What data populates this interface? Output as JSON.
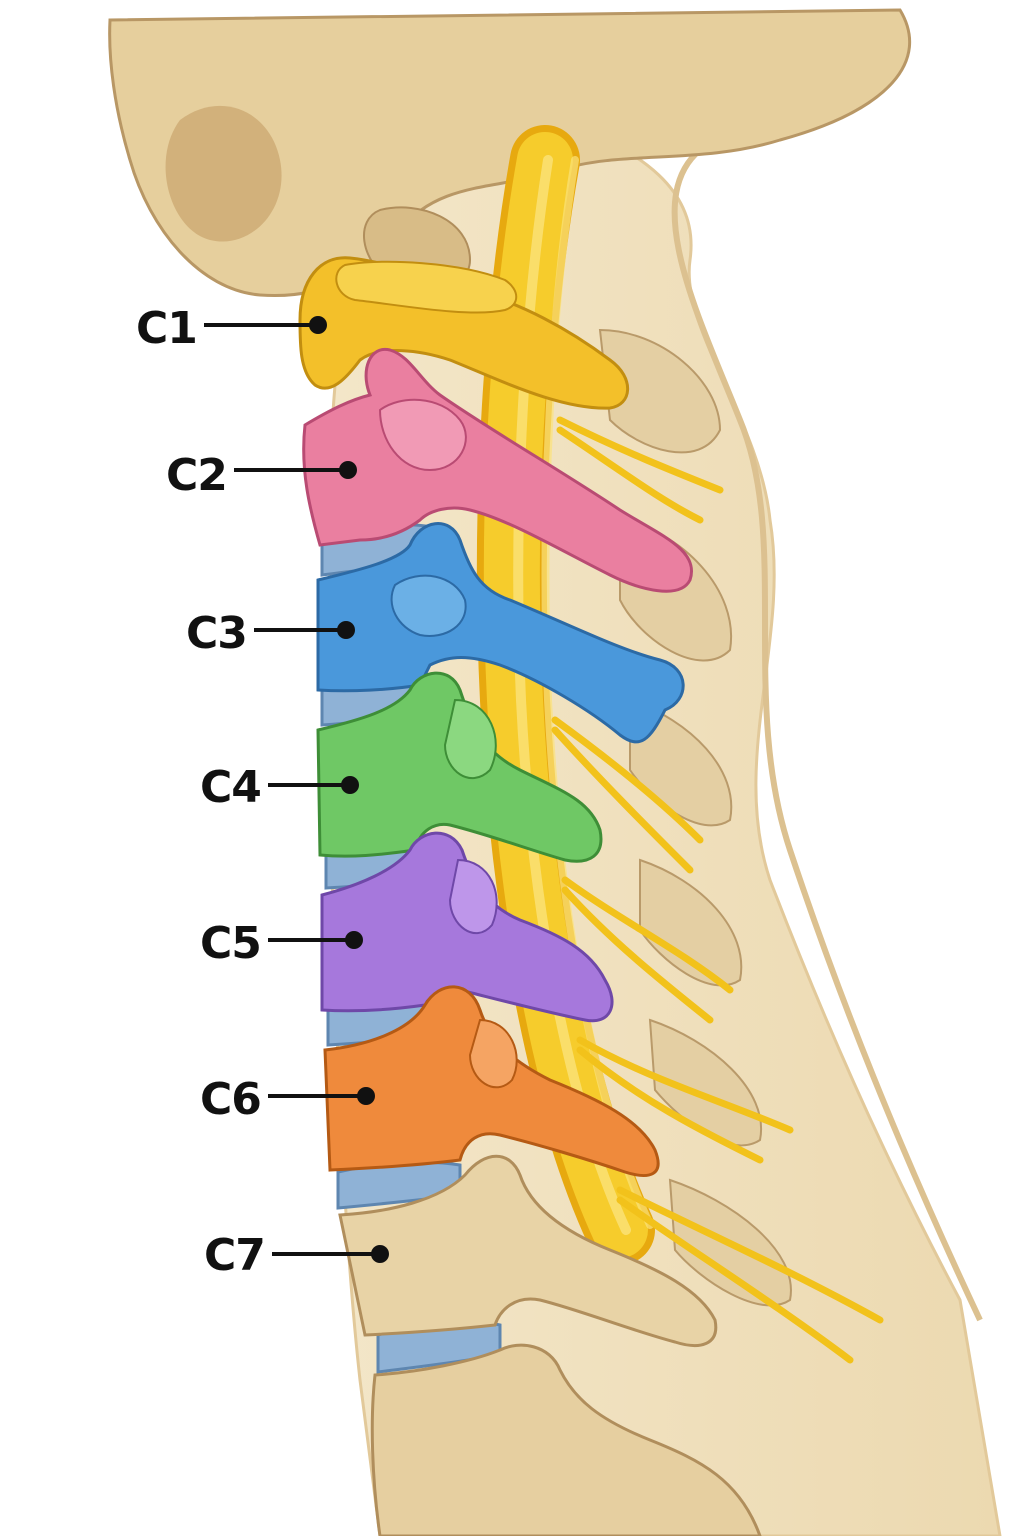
{
  "labels": [
    {
      "id": "c1",
      "text": "C1"
    },
    {
      "id": "c2",
      "text": "C2"
    },
    {
      "id": "c3",
      "text": "C3"
    },
    {
      "id": "c4",
      "text": "C4"
    },
    {
      "id": "c5",
      "text": "C5"
    },
    {
      "id": "c6",
      "text": "C6"
    },
    {
      "id": "c7",
      "text": "C7"
    }
  ],
  "colors": {
    "bone": "#e8d3a6",
    "bone_dark": "#c9ad7a",
    "disc": "#8fb2d6",
    "nerve": "#f2c21b",
    "c1": "#f3c02a",
    "c2": "#ea7fa0",
    "c3": "#4a98db",
    "c4": "#6fc865",
    "c5": "#a678dc",
    "c6": "#ef8a3c",
    "c7": "#e8d3a6",
    "label": "#111111"
  }
}
